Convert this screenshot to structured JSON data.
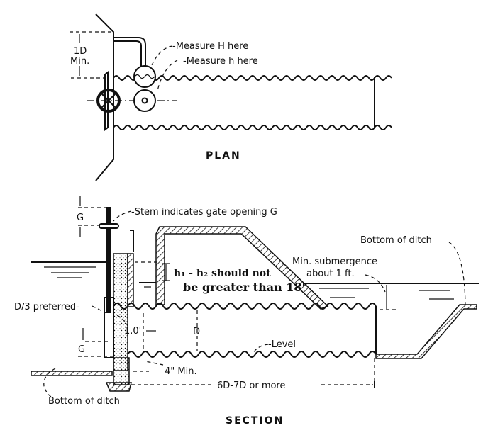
{
  "plan": {
    "title": "PLAN",
    "dimension_label": "1D\nMin.",
    "dimension_line1": "1D",
    "dimension_line2": "Min.",
    "callouts": {
      "measure_H": "-Measure  H  here",
      "measure_h": "-Measure  h  here"
    }
  },
  "section": {
    "title": "SECTION",
    "callouts": {
      "stem": "-Stem  indicates  gate  opening  G",
      "bottom_of_ditch_right": "Bottom  of  ditch",
      "min_submergence_line1": "Min.  submergence",
      "min_submergence_line2": "about  1  ft.",
      "head_note_line1": "h₁ - h₂ should not",
      "head_note_line2": "be greater than 18\"",
      "d3_preferred": "D/3  preferred-",
      "one_point_zero": "1.0'",
      "D_label": "D",
      "G_top": "G",
      "G_bottom": "G",
      "level": "-Level",
      "four_in_min": "4\"  Min.",
      "length": "6D-7D  or  more",
      "bottom_of_ditch_left": "Bottom  of  ditch"
    }
  }
}
